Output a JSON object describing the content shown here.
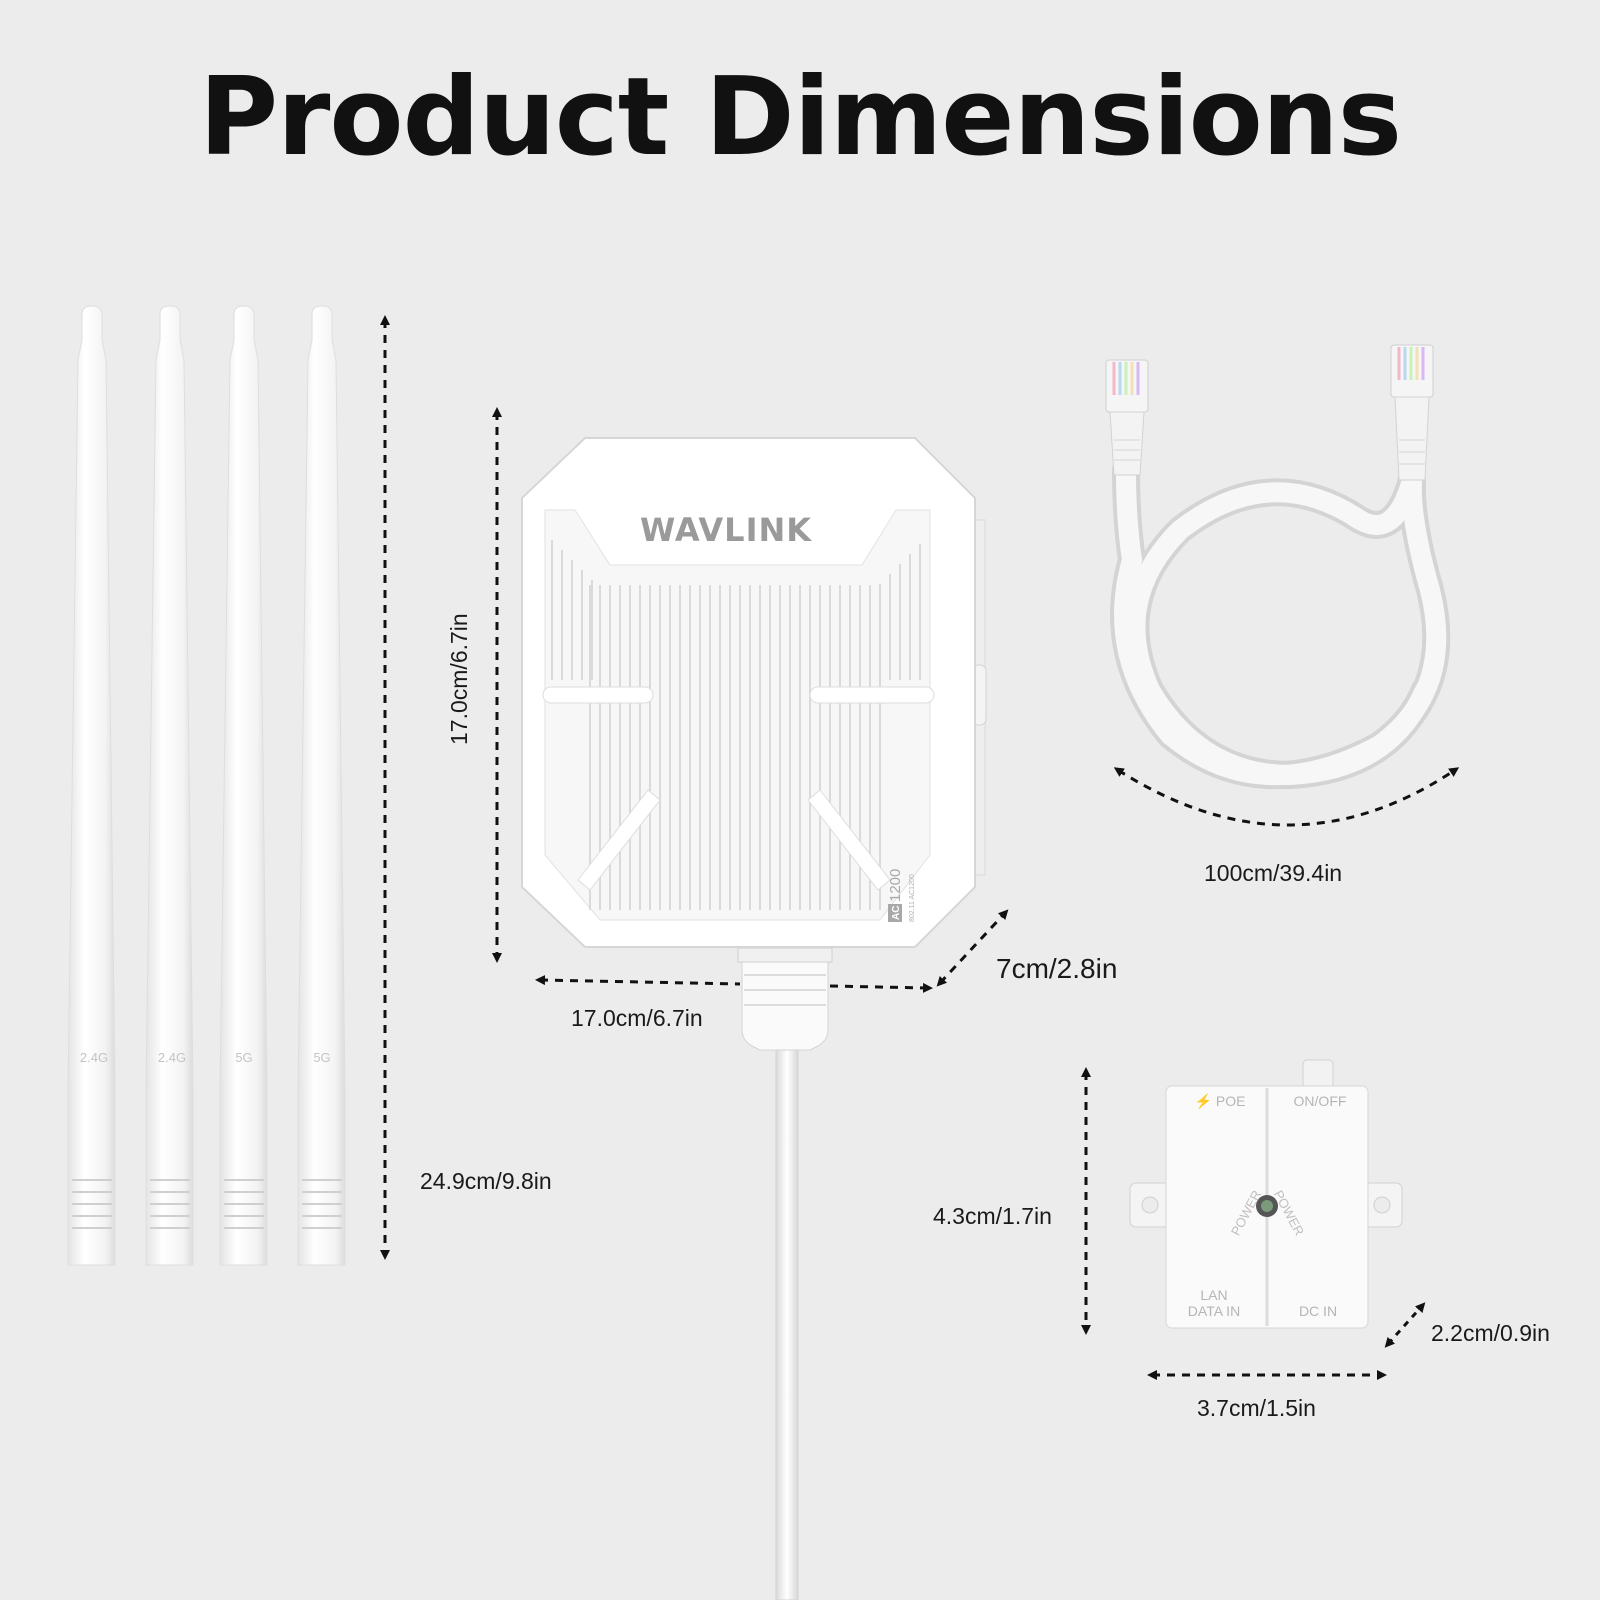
{
  "title": "Product Dimensions",
  "antennas": {
    "labels": [
      "2.4G",
      "2.4G",
      "5G",
      "5G"
    ],
    "height": "24.9cm/9.8in"
  },
  "router": {
    "brand": "WAVLINK",
    "badge_ac": "AC",
    "badge_speed": "1200",
    "badge_sub": "802.11 AC1200",
    "height": "17.0cm/6.7in",
    "width": "17.0cm/6.7in",
    "depth": "7cm/2.8in"
  },
  "cable": {
    "length": "100cm/39.4in"
  },
  "poe_injector": {
    "poe_label": "⚡ POE",
    "onoff_label": "ON/OFF",
    "power_label": "POWER",
    "lan_label_1": "LAN",
    "lan_label_2": "DATA IN",
    "dc_label": "DC IN",
    "height": "4.3cm/1.7in",
    "width": "3.7cm/1.5in",
    "depth": "2.2cm/0.9in"
  },
  "colors": {
    "background": "#ececec",
    "product": "#ffffff",
    "text": "#111111",
    "outline": "#d6d6d6"
  }
}
